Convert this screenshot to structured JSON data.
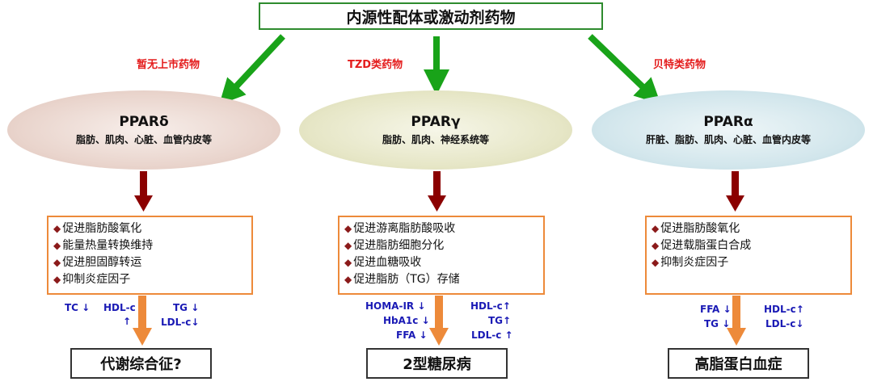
{
  "title": "内源性配体或激动剂药物",
  "columns": [
    {
      "drug": "暂无上市药物",
      "receptor": "PPARδ",
      "tissues": "脂肪、肌肉、心脏、血管内皮等",
      "effects": [
        "促进脂肪酸氧化",
        "能量热量转换维持",
        "促进胆固醇转运",
        "抑制炎症因子"
      ],
      "lipids": [
        "TC ↓",
        "HDL-c",
        "↑",
        "TG ↓",
        "LDL-c↓"
      ],
      "outcome": "代谢综合征?"
    },
    {
      "drug": "TZD类药物",
      "receptor": "PPARγ",
      "tissues": "脂肪、肌肉、神经系统等",
      "effects": [
        "促进游离脂肪酸吸收",
        "促进脂肪细胞分化",
        "促进血糖吸收",
        "促进脂肪（TG）存储"
      ],
      "lipids": [
        "HOMA-IR ↓",
        "HbA1c ↓",
        "FFA ↓",
        "HDL-c↑",
        "TG↑",
        "LDL-c ↑"
      ],
      "outcome": "2型糖尿病"
    },
    {
      "drug": "贝特类药物",
      "receptor": "PPARα",
      "tissues": "肝脏、脂肪、肌肉、心脏、血管内皮等",
      "effects": [
        "促进脂肪酸氧化",
        "促进载脂蛋白合成",
        "抑制炎症因子"
      ],
      "lipids": [
        "FFA ↓",
        "TG ↓",
        "HDL-c↑",
        "LDL-c↓"
      ],
      "outcome": "高脂蛋白血症"
    }
  ],
  "colors": {
    "green_arrow": "#19a319",
    "dark_red_arrow": "#8b0000",
    "orange_arrow": "#ed8a3a",
    "drug_label": "#e41c1c",
    "lipid_text": "#1a1ab5"
  }
}
